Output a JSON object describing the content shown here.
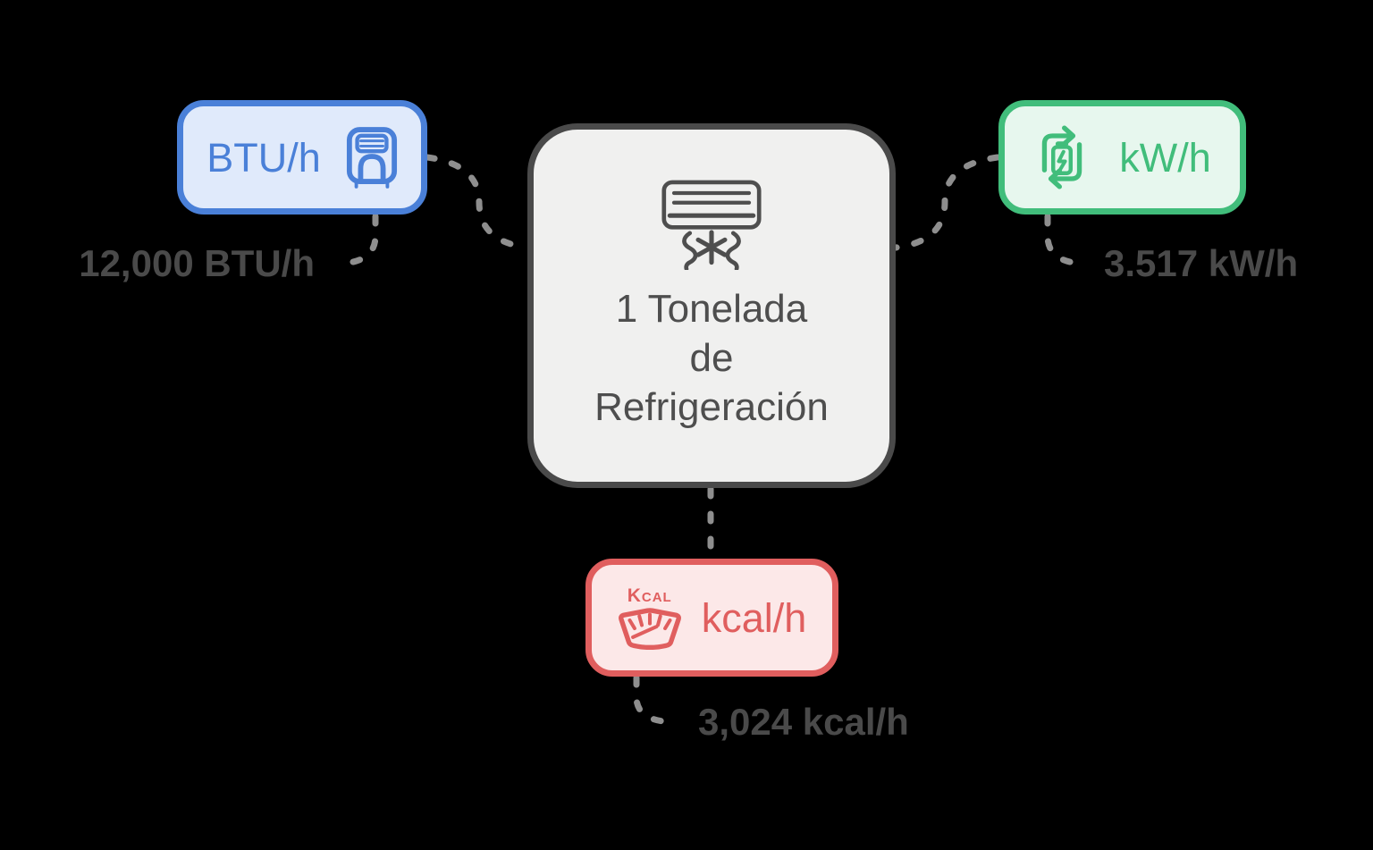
{
  "background_color": "#000000",
  "center_node": {
    "lines": [
      "1 Tonelada",
      "de",
      "Refrigeración"
    ],
    "icon": "air-conditioner-icon",
    "border_color": "#4a4a4a",
    "fill_color": "#f0f0ef",
    "text_color": "#4e4e4e"
  },
  "nodes": {
    "btu": {
      "label": "BTU/h",
      "value": "12,000 BTU/h",
      "accent": "#4a80d8",
      "fill": "#e0eafb",
      "icon": "portable-ac-icon"
    },
    "kw": {
      "label": "kW/h",
      "value": "3.517 kW/h",
      "accent": "#41bd7b",
      "fill": "#e7f7ee",
      "icon": "battery-recycle-icon"
    },
    "kcal": {
      "label": "kcal/h",
      "value": "3,024 kcal/h",
      "accent": "#e05e5e",
      "fill": "#fce8e8",
      "icon": "kcal-gauge-icon",
      "icon_text": "Kcal"
    }
  },
  "connector_color": "#8e8e8e",
  "value_text_color": "#4a4a4a"
}
